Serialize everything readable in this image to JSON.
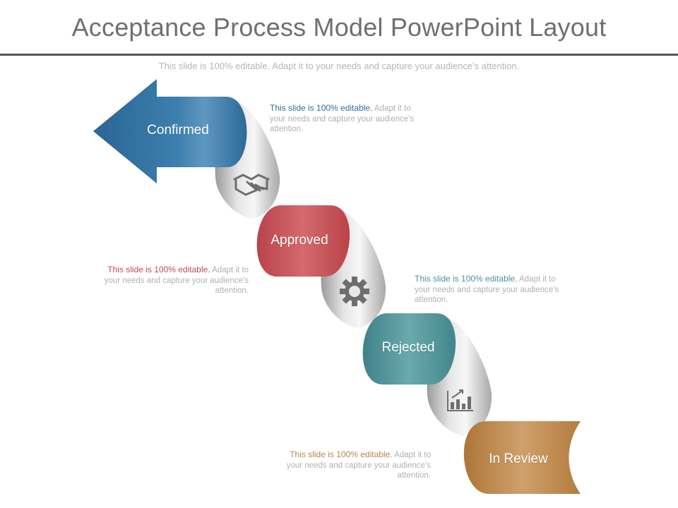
{
  "header": {
    "title": "Acceptance Process Model PowerPoint Layout",
    "subtitle": "This slide is 100% editable. Adapt it to your needs and capture your audience's attention."
  },
  "steps": [
    {
      "label": "Confirmed",
      "color": "#2f6f9e",
      "note_lead": "This slide is 100% editable.",
      "note_rest": " Adapt it to your needs and capture your audience's attention."
    },
    {
      "label": "Approved",
      "color": "#c24a4f",
      "note_lead": "This slide is 100% editable.",
      "note_rest": " Adapt it to your needs and capture your audience's attention."
    },
    {
      "label": "Rejected",
      "color": "#4d9297",
      "note_lead": "This slide is 100% editable.",
      "note_rest": " Adapt it to your needs and capture your audience's attention."
    },
    {
      "label": "In Review",
      "color": "#b98449",
      "note_lead": "This slide is 100% editable.",
      "note_rest": " Adapt it to your needs and capture your audience's attention."
    }
  ],
  "icons": [
    "handshake-icon",
    "gear-icon",
    "growth-chart-icon"
  ]
}
